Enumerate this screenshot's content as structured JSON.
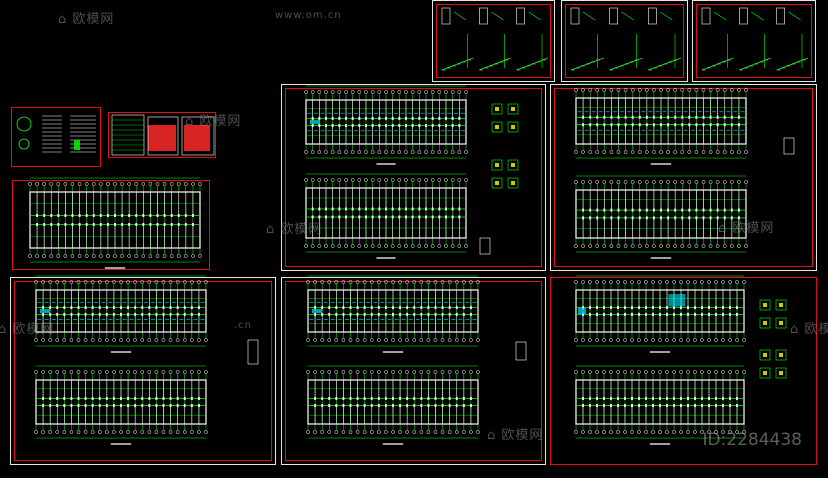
{
  "watermarks": {
    "brand": "欧模网",
    "site": "www.om.cn",
    "site_short": ".cn",
    "id_text": "ID:2284438"
  },
  "colors": {
    "background": "#000000",
    "frame_white": "#e6e6e6",
    "frame_red": "#dd1111",
    "line_green": "#00ff00",
    "line_white": "#ffffff",
    "accent_cyan": "#00e5ff",
    "accent_yellow": "#ffff00",
    "accent_red": "#ff2a2a"
  }
}
